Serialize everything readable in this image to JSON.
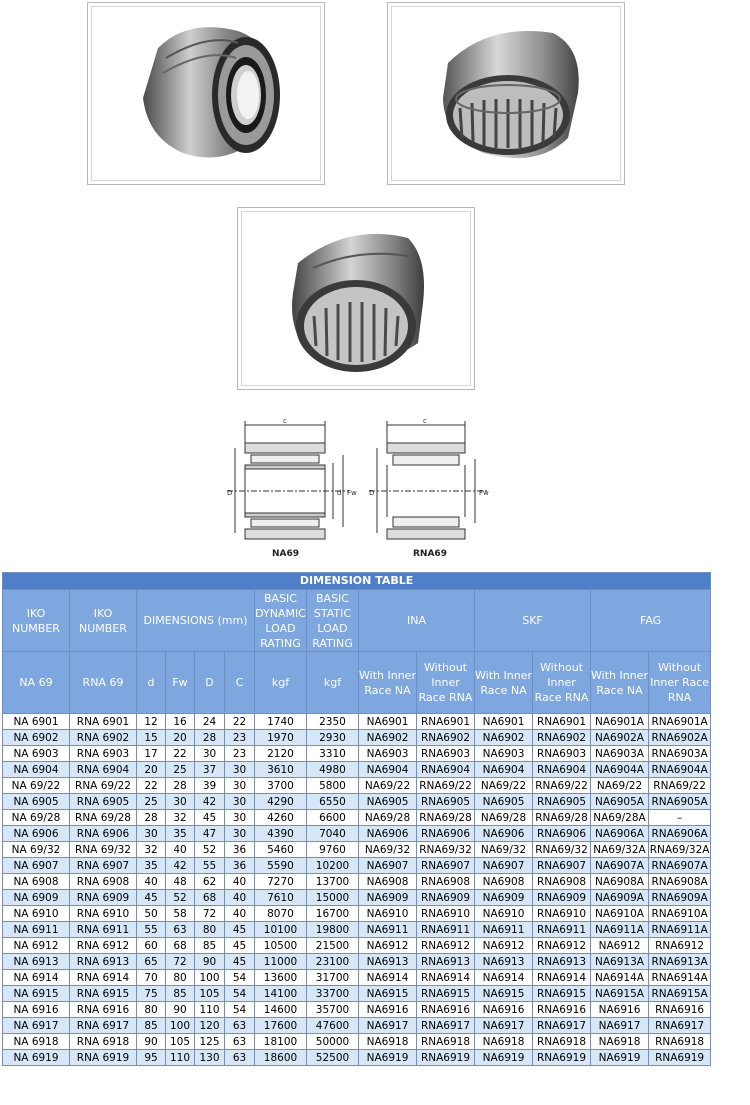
{
  "diagrams": {
    "left_caption": "NA69",
    "right_caption": "RNA69",
    "dim_c": "c",
    "dim_D": "D",
    "dim_Fw": "Fw",
    "dim_d": "d"
  },
  "table": {
    "title": "DIMENSION TABLE",
    "header1": {
      "iko_number_1": "IKO NUMBER",
      "iko_number_2": "IKO NUMBER",
      "dimensions": "DIMENSIONS (mm)",
      "basic_dynamic": "BASIC DYNAMIC LOAD RATING",
      "basic_static": "BASIC STATIC LOAD RATING",
      "ina": "INA",
      "skf": "SKF",
      "fag": "FAG"
    },
    "header2": [
      "NA 69",
      "RNA 69",
      "d",
      "Fw",
      "D",
      "C",
      "kgf",
      "kgf",
      "With Inner Race NA",
      "Without Inner Race RNA",
      "With Inner Race NA",
      "Without Inner Race RNA",
      "With Inner Race NA",
      "Without Inner Race RNA"
    ],
    "rows": [
      [
        "NA 6901",
        "RNA 6901",
        "12",
        "16",
        "24",
        "22",
        "1740",
        "2350",
        "NA6901",
        "RNA6901",
        "NA6901",
        "RNA6901",
        "NA6901A",
        "RNA6901A"
      ],
      [
        "NA 6902",
        "RNA 6902",
        "15",
        "20",
        "28",
        "23",
        "1970",
        "2930",
        "NA6902",
        "RNA6902",
        "NA6902",
        "RNA6902",
        "NA6902A",
        "RNA6902A"
      ],
      [
        "NA 6903",
        "RNA 6903",
        "17",
        "22",
        "30",
        "23",
        "2120",
        "3310",
        "NA6903",
        "RNA6903",
        "NA6903",
        "RNA6903",
        "NA6903A",
        "RNA6903A"
      ],
      [
        "NA 6904",
        "RNA 6904",
        "20",
        "25",
        "37",
        "30",
        "3610",
        "4980",
        "NA6904",
        "RNA6904",
        "NA6904",
        "RNA6904",
        "NA6904A",
        "RNA6904A"
      ],
      [
        "NA 69/22",
        "RNA 69/22",
        "22",
        "28",
        "39",
        "30",
        "3700",
        "5800",
        "NA69/22",
        "RNA69/22",
        "NA69/22",
        "RNA69/22",
        "NA69/22",
        "RNA69/22"
      ],
      [
        "NA 6905",
        "RNA 6905",
        "25",
        "30",
        "42",
        "30",
        "4290",
        "6550",
        "NA6905",
        "RNA6905",
        "NA6905",
        "RNA6905",
        "NA6905A",
        "RNA6905A"
      ],
      [
        "NA 69/28",
        "RNA 69/28",
        "28",
        "32",
        "45",
        "30",
        "4260",
        "6600",
        "NA69/28",
        "RNA69/28",
        "NA69/28",
        "RNA69/28",
        "NA69/28A",
        "–"
      ],
      [
        "NA 6906",
        "RNA 6906",
        "30",
        "35",
        "47",
        "30",
        "4390",
        "7040",
        "NA6906",
        "RNA6906",
        "NA6906",
        "RNA6906",
        "NA6906A",
        "RNA6906A"
      ],
      [
        "NA 69/32",
        "RNA 69/32",
        "32",
        "40",
        "52",
        "36",
        "5460",
        "9760",
        "NA69/32",
        "RNA69/32",
        "NA69/32",
        "RNA69/32",
        "NA69/32A",
        "RNA69/32A"
      ],
      [
        "NA 6907",
        "RNA 6907",
        "35",
        "42",
        "55",
        "36",
        "5590",
        "10200",
        "NA6907",
        "RNA6907",
        "NA6907",
        "RNA6907",
        "NA6907A",
        "RNA6907A"
      ],
      [
        "NA 6908",
        "RNA 6908",
        "40",
        "48",
        "62",
        "40",
        "7270",
        "13700",
        "NA6908",
        "RNA6908",
        "NA6908",
        "RNA6908",
        "NA6908A",
        "RNA6908A"
      ],
      [
        "NA 6909",
        "RNA 6909",
        "45",
        "52",
        "68",
        "40",
        "7610",
        "15000",
        "NA6909",
        "RNA6909",
        "NA6909",
        "RNA6909",
        "NA6909A",
        "RNA6909A"
      ],
      [
        "NA 6910",
        "RNA 6910",
        "50",
        "58",
        "72",
        "40",
        "8070",
        "16700",
        "NA6910",
        "RNA6910",
        "NA6910",
        "RNA6910",
        "NA6910A",
        "RNA6910A"
      ],
      [
        "NA 6911",
        "RNA 6911",
        "55",
        "63",
        "80",
        "45",
        "10100",
        "19800",
        "NA6911",
        "RNA6911",
        "NA6911",
        "RNA6911",
        "NA6911A",
        "RNA6911A"
      ],
      [
        "NA 6912",
        "RNA 6912",
        "60",
        "68",
        "85",
        "45",
        "10500",
        "21500",
        "NA6912",
        "RNA6912",
        "NA6912",
        "RNA6912",
        "NA6912",
        "RNA6912"
      ],
      [
        "NA 6913",
        "RNA 6913",
        "65",
        "72",
        "90",
        "45",
        "11000",
        "23100",
        "NA6913",
        "RNA6913",
        "NA6913",
        "RNA6913",
        "NA6913A",
        "RNA6913A"
      ],
      [
        "NA 6914",
        "RNA 6914",
        "70",
        "80",
        "100",
        "54",
        "13600",
        "31700",
        "NA6914",
        "RNA6914",
        "NA6914",
        "RNA6914",
        "NA6914A",
        "RNA6914A"
      ],
      [
        "NA 6915",
        "RNA 6915",
        "75",
        "85",
        "105",
        "54",
        "14100",
        "33700",
        "NA6915",
        "RNA6915",
        "NA6915",
        "RNA6915",
        "NA6915A",
        "RNA6915A"
      ],
      [
        "NA 6916",
        "RNA 6916",
        "80",
        "90",
        "110",
        "54",
        "14600",
        "35700",
        "NA6916",
        "RNA6916",
        "NA6916",
        "RNA6916",
        "NA6916",
        "RNA6916"
      ],
      [
        "NA 6917",
        "RNA 6917",
        "85",
        "100",
        "120",
        "63",
        "17600",
        "47600",
        "NA6917",
        "RNA6917",
        "NA6917",
        "RNA6917",
        "NA6917",
        "RNA6917"
      ],
      [
        "NA 6918",
        "RNA 6918",
        "90",
        "105",
        "125",
        "63",
        "18100",
        "50000",
        "NA6918",
        "RNA6918",
        "NA6918",
        "RNA6918",
        "NA6918",
        "RNA6918"
      ],
      [
        "NA 6919",
        "RNA 6919",
        "95",
        "110",
        "130",
        "63",
        "18600",
        "52500",
        "NA6919",
        "RNA6919",
        "NA6919",
        "RNA6919",
        "NA6919",
        "RNA6919"
      ]
    ]
  }
}
